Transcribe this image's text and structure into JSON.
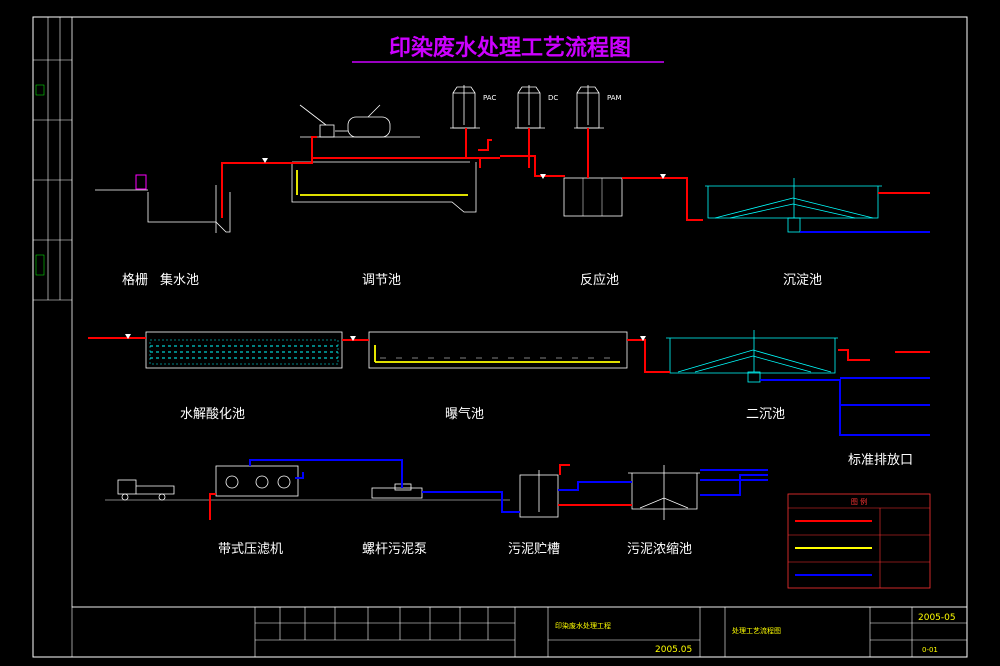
{
  "title": "印染废水处理工艺流程图",
  "section_labels": {
    "grating": "格栅",
    "sump": "集水池",
    "equalization": "调节池",
    "reaction": "反应池",
    "settling": "沉淀池",
    "hydrolysis": "水解酸化池",
    "aeration": "曝气池",
    "secondary_settling": "二沉池",
    "discharge": "标准排放口",
    "belt_press": "带式压滤机",
    "screw_pump": "螺杆污泥泵",
    "sludge_storage": "污泥贮槽",
    "sludge_thickener": "污泥浓缩池"
  },
  "chemicals": {
    "pac": "PAC",
    "dc": "DC",
    "pam": "PAM"
  },
  "legend": {
    "title": "图 例"
  },
  "title_block": {
    "project_name": "印染废水处理工程",
    "drawing_title": "处理工艺流程图",
    "date": "2005.05",
    "project_no": "2005-05",
    "drawing_no": "0-01"
  },
  "colors": {
    "frame": "#ffffff",
    "structure": "#00ffff",
    "water_line": "#ff0000",
    "air_line": "#ffff00",
    "sludge_line": "#0000ff",
    "title": "#cc00ff",
    "legend_border": "#ff3333"
  },
  "icons": [
    "pump-icon",
    "valve-icon",
    "truck-icon",
    "blower-icon"
  ]
}
